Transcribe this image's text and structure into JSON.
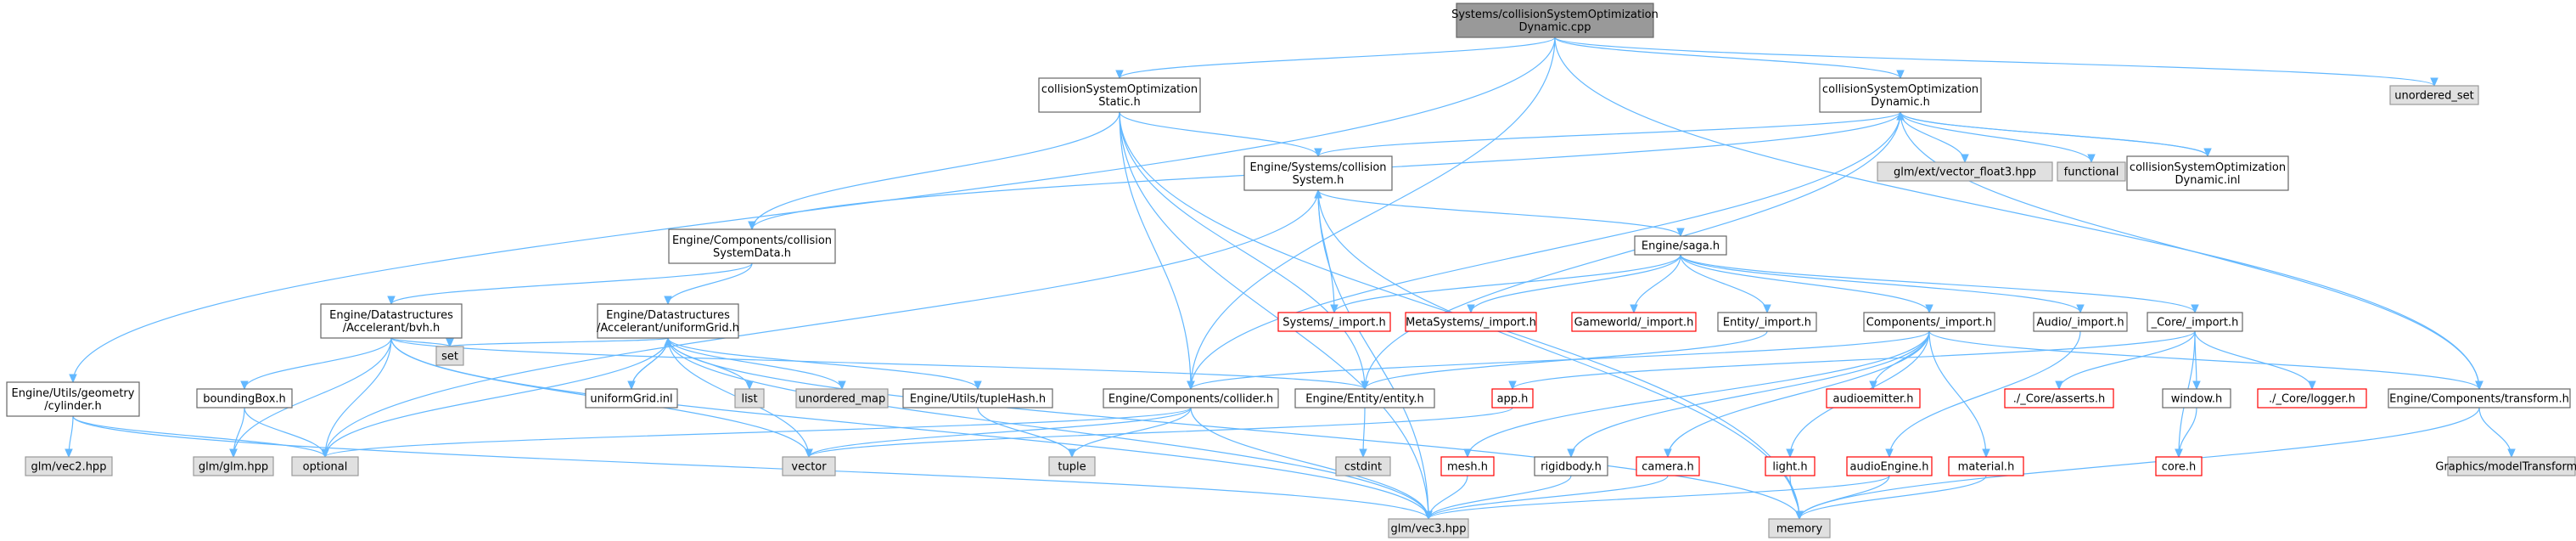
{
  "colors": {
    "edge": "#63B8FF",
    "root_fill": "#999999",
    "file_fill": "#ffffff",
    "file_stroke": "#666666",
    "system_fill": "#e0e0e0",
    "system_stroke": "#999999",
    "missing_fill": "#ffffff",
    "missing_stroke": "#ff0000"
  },
  "nodes": [
    {
      "id": "root",
      "lines": [
        "Systems/collisionSystemOptimization",
        "Dynamic.cpp"
      ],
      "kind": "root"
    },
    {
      "id": "static_h",
      "lines": [
        "collisionSystemOptimization",
        "Static.h"
      ],
      "kind": "file"
    },
    {
      "id": "dynamic_h",
      "lines": [
        "collisionSystemOptimization",
        "Dynamic.h"
      ],
      "kind": "file"
    },
    {
      "id": "unordered_set",
      "lines": [
        "unordered_set"
      ],
      "kind": "system"
    },
    {
      "id": "collision_system_h",
      "lines": [
        "Engine/Systems/collision",
        "System.h"
      ],
      "kind": "file"
    },
    {
      "id": "vec_float3",
      "lines": [
        "glm/ext/vector_float3.hpp"
      ],
      "kind": "system"
    },
    {
      "id": "functional",
      "lines": [
        "functional"
      ],
      "kind": "system"
    },
    {
      "id": "dynamic_inl",
      "lines": [
        "collisionSystemOptimization",
        "Dynamic.inl"
      ],
      "kind": "file"
    },
    {
      "id": "system_data_h",
      "lines": [
        "Engine/Components/collision",
        "SystemData.h"
      ],
      "kind": "file"
    },
    {
      "id": "saga_h",
      "lines": [
        "Engine/saga.h"
      ],
      "kind": "file"
    },
    {
      "id": "bvh_h",
      "lines": [
        "Engine/Datastructures",
        "/Accelerant/bvh.h"
      ],
      "kind": "file"
    },
    {
      "id": "uniformgrid_h",
      "lines": [
        "Engine/Datastructures",
        "/Accelerant/uniformGrid.h"
      ],
      "kind": "file"
    },
    {
      "id": "systems_import",
      "lines": [
        "Systems/_import.h"
      ],
      "kind": "missing"
    },
    {
      "id": "metasystems_import",
      "lines": [
        "MetaSystems/_import.h"
      ],
      "kind": "missing"
    },
    {
      "id": "gameworld_import",
      "lines": [
        "Gameworld/_import.h"
      ],
      "kind": "missing"
    },
    {
      "id": "entity_import",
      "lines": [
        "Entity/_import.h"
      ],
      "kind": "file"
    },
    {
      "id": "components_import",
      "lines": [
        "Components/_import.h"
      ],
      "kind": "file"
    },
    {
      "id": "audio_import",
      "lines": [
        "Audio/_import.h"
      ],
      "kind": "file"
    },
    {
      "id": "core_import",
      "lines": [
        "_Core/_import.h"
      ],
      "kind": "file"
    },
    {
      "id": "cylinder_h",
      "lines": [
        "Engine/Utils/geometry",
        "/cylinder.h"
      ],
      "kind": "file"
    },
    {
      "id": "boundingbox_h",
      "lines": [
        "boundingBox.h"
      ],
      "kind": "file"
    },
    {
      "id": "set",
      "lines": [
        "set"
      ],
      "kind": "system"
    },
    {
      "id": "uniformgrid_inl",
      "lines": [
        "uniformGrid.inl"
      ],
      "kind": "file"
    },
    {
      "id": "list",
      "lines": [
        "list"
      ],
      "kind": "system"
    },
    {
      "id": "unordered_map",
      "lines": [
        "unordered_map"
      ],
      "kind": "system"
    },
    {
      "id": "tuplehash_h",
      "lines": [
        "Engine/Utils/tupleHash.h"
      ],
      "kind": "file"
    },
    {
      "id": "collider_h",
      "lines": [
        "Engine/Components/collider.h"
      ],
      "kind": "file"
    },
    {
      "id": "entity_h",
      "lines": [
        "Engine/Entity/entity.h"
      ],
      "kind": "file"
    },
    {
      "id": "app_h",
      "lines": [
        "app.h"
      ],
      "kind": "missing"
    },
    {
      "id": "audioemitter_h",
      "lines": [
        "audioemitter.h"
      ],
      "kind": "missing"
    },
    {
      "id": "core_asserts_h",
      "lines": [
        "./_Core/asserts.h"
      ],
      "kind": "missing"
    },
    {
      "id": "window_h",
      "lines": [
        "window.h"
      ],
      "kind": "file"
    },
    {
      "id": "core_logger_h",
      "lines": [
        "./_Core/logger.h"
      ],
      "kind": "missing"
    },
    {
      "id": "transform_h",
      "lines": [
        "Engine/Components/transform.h"
      ],
      "kind": "file"
    },
    {
      "id": "vec2_hpp",
      "lines": [
        "glm/vec2.hpp"
      ],
      "kind": "system"
    },
    {
      "id": "glm_hpp",
      "lines": [
        "glm/glm.hpp"
      ],
      "kind": "system"
    },
    {
      "id": "optional",
      "lines": [
        "optional"
      ],
      "kind": "system"
    },
    {
      "id": "vector",
      "lines": [
        "vector"
      ],
      "kind": "system"
    },
    {
      "id": "tuple",
      "lines": [
        "tuple"
      ],
      "kind": "system"
    },
    {
      "id": "cstdint",
      "lines": [
        "cstdint"
      ],
      "kind": "system"
    },
    {
      "id": "mesh_h",
      "lines": [
        "mesh.h"
      ],
      "kind": "missing"
    },
    {
      "id": "rigidbody_h",
      "lines": [
        "rigidbody.h"
      ],
      "kind": "file"
    },
    {
      "id": "camera_h",
      "lines": [
        "camera.h"
      ],
      "kind": "missing"
    },
    {
      "id": "light_h",
      "lines": [
        "light.h"
      ],
      "kind": "missing"
    },
    {
      "id": "audioengine_h",
      "lines": [
        "audioEngine.h"
      ],
      "kind": "missing"
    },
    {
      "id": "material_h",
      "lines": [
        "material.h"
      ],
      "kind": "missing"
    },
    {
      "id": "core_h",
      "lines": [
        "core.h"
      ],
      "kind": "missing"
    },
    {
      "id": "modeltransform_h",
      "lines": [
        "Graphics/modelTransform.h"
      ],
      "kind": "system"
    },
    {
      "id": "vec3_hpp",
      "lines": [
        "glm/vec3.hpp"
      ],
      "kind": "system"
    },
    {
      "id": "memory",
      "lines": [
        "memory"
      ],
      "kind": "system"
    }
  ],
  "edges": [
    [
      "root",
      "static_h"
    ],
    [
      "root",
      "dynamic_h"
    ],
    [
      "root",
      "unordered_set"
    ],
    [
      "root",
      "cylinder_h"
    ],
    [
      "root",
      "collider_h"
    ],
    [
      "root",
      "transform_h"
    ],
    [
      "static_h",
      "collision_system_h"
    ],
    [
      "static_h",
      "system_data_h"
    ],
    [
      "static_h",
      "collider_h"
    ],
    [
      "static_h",
      "entity_h"
    ],
    [
      "static_h",
      "vec3_hpp"
    ],
    [
      "static_h",
      "memory"
    ],
    [
      "dynamic_h",
      "collision_system_h"
    ],
    [
      "dynamic_h",
      "system_data_h"
    ],
    [
      "dynamic_h",
      "vec_float3"
    ],
    [
      "dynamic_h",
      "functional"
    ],
    [
      "dynamic_h",
      "dynamic_inl"
    ],
    [
      "dynamic_h",
      "collider_h"
    ],
    [
      "dynamic_h",
      "entity_h"
    ],
    [
      "dynamic_h",
      "transform_h"
    ],
    [
      "dynamic_inl",
      "dynamic_h"
    ],
    [
      "collision_system_h",
      "saga_h"
    ],
    [
      "collision_system_h",
      "optional"
    ],
    [
      "collision_system_h",
      "memory"
    ],
    [
      "collision_system_h",
      "vec3_hpp"
    ],
    [
      "system_data_h",
      "bvh_h"
    ],
    [
      "system_data_h",
      "uniformgrid_h"
    ],
    [
      "saga_h",
      "systems_import"
    ],
    [
      "saga_h",
      "metasystems_import"
    ],
    [
      "saga_h",
      "gameworld_import"
    ],
    [
      "saga_h",
      "entity_import"
    ],
    [
      "saga_h",
      "components_import"
    ],
    [
      "saga_h",
      "audio_import"
    ],
    [
      "saga_h",
      "core_import"
    ],
    [
      "systems_import",
      "collision_system_h"
    ],
    [
      "entity_import",
      "entity_h"
    ],
    [
      "components_import",
      "collider_h"
    ],
    [
      "components_import",
      "transform_h"
    ],
    [
      "components_import",
      "audioemitter_h"
    ],
    [
      "components_import",
      "mesh_h"
    ],
    [
      "components_import",
      "rigidbody_h"
    ],
    [
      "components_import",
      "camera_h"
    ],
    [
      "components_import",
      "light_h"
    ],
    [
      "components_import",
      "material_h"
    ],
    [
      "audio_import",
      "audioengine_h"
    ],
    [
      "core_import",
      "app_h"
    ],
    [
      "core_import",
      "core_asserts_h"
    ],
    [
      "core_import",
      "window_h"
    ],
    [
      "core_import",
      "core_logger_h"
    ],
    [
      "core_import",
      "core_h"
    ],
    [
      "bvh_h",
      "boundingbox_h"
    ],
    [
      "bvh_h",
      "set"
    ],
    [
      "bvh_h",
      "glm_hpp"
    ],
    [
      "bvh_h",
      "optional"
    ],
    [
      "bvh_h",
      "vector"
    ],
    [
      "bvh_h",
      "vec3_hpp"
    ],
    [
      "bvh_h",
      "entity_h"
    ],
    [
      "uniformgrid_h",
      "set"
    ],
    [
      "uniformgrid_h",
      "uniformgrid_inl"
    ],
    [
      "uniformgrid_h",
      "list"
    ],
    [
      "uniformgrid_h",
      "unordered_map"
    ],
    [
      "uniformgrid_h",
      "tuplehash_h"
    ],
    [
      "uniformgrid_h",
      "optional"
    ],
    [
      "uniformgrid_h",
      "vector"
    ],
    [
      "uniformgrid_h",
      "vec3_hpp"
    ],
    [
      "uniformgrid_h",
      "memory"
    ],
    [
      "uniformgrid_inl",
      "uniformgrid_h"
    ],
    [
      "cylinder_h",
      "vec2_hpp"
    ],
    [
      "cylinder_h",
      "optional"
    ],
    [
      "cylinder_h",
      "vec3_hpp"
    ],
    [
      "boundingbox_h",
      "glm_hpp"
    ],
    [
      "boundingbox_h",
      "optional"
    ],
    [
      "tuplehash_h",
      "tuple"
    ],
    [
      "collider_h",
      "optional"
    ],
    [
      "collider_h",
      "vector"
    ],
    [
      "collider_h",
      "tuple"
    ],
    [
      "collider_h",
      "vec3_hpp"
    ],
    [
      "entity_h",
      "cstdint"
    ],
    [
      "app_h",
      "vector"
    ],
    [
      "window_h",
      "core_h"
    ],
    [
      "transform_h",
      "modeltransform_h"
    ],
    [
      "transform_h",
      "memory"
    ],
    [
      "mesh_h",
      "vec3_hpp"
    ],
    [
      "rigidbody_h",
      "vec3_hpp"
    ],
    [
      "camera_h",
      "vec3_hpp"
    ],
    [
      "light_h",
      "memory"
    ],
    [
      "audioengine_h",
      "vec3_hpp"
    ],
    [
      "audioengine_h",
      "memory"
    ],
    [
      "material_h",
      "memory"
    ]
  ]
}
